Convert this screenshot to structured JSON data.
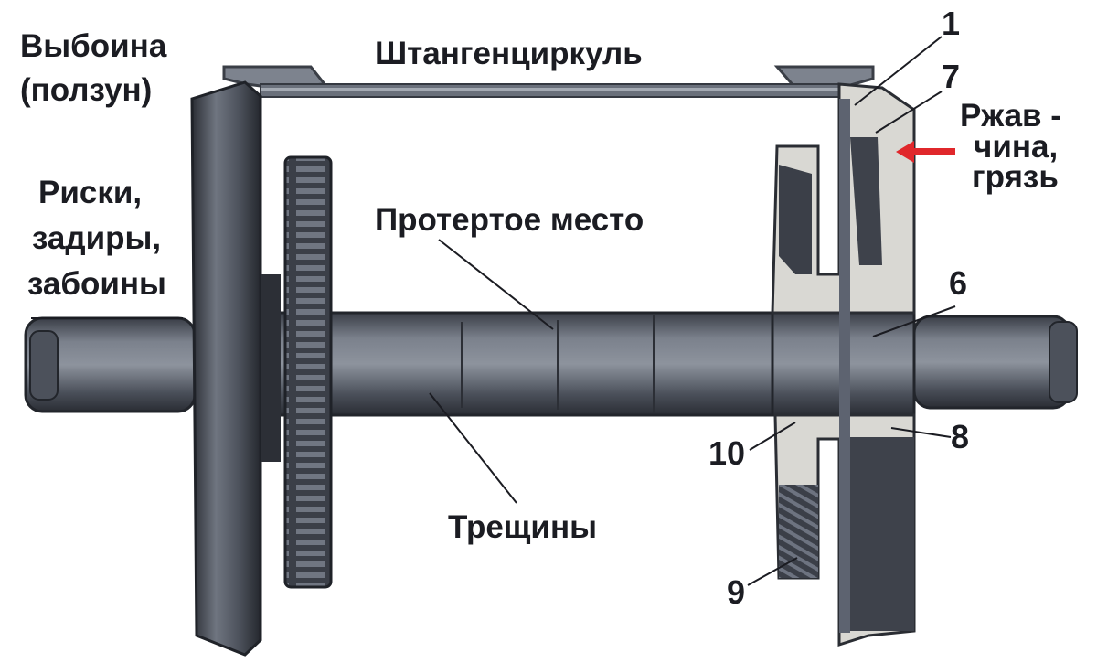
{
  "labels": {
    "vyboina_line1": "Выбоина",
    "vyboina_line2": "(ползун)",
    "caliper": "Штангенциркуль",
    "rzhav_line1": "Ржав -",
    "rzhav_line2": "чина,",
    "rzhav_line3": "грязь",
    "riski_line1": "Риски,",
    "riski_line2": "задиры,",
    "riski_line3": "забоины",
    "worn_place": "Протертое место",
    "cracks": "Трещины"
  },
  "numbers": {
    "n1": "1",
    "n7": "7",
    "n6": "6",
    "n10": "10",
    "n8": "8",
    "n9": "9"
  },
  "colors": {
    "metal_dark": "#2f333c",
    "metal_mid": "#5d6370",
    "metal_light": "#9aa0ab",
    "section_fill": "#d9d8d3",
    "arrow": "#e0272b",
    "text": "#1b1c22"
  }
}
